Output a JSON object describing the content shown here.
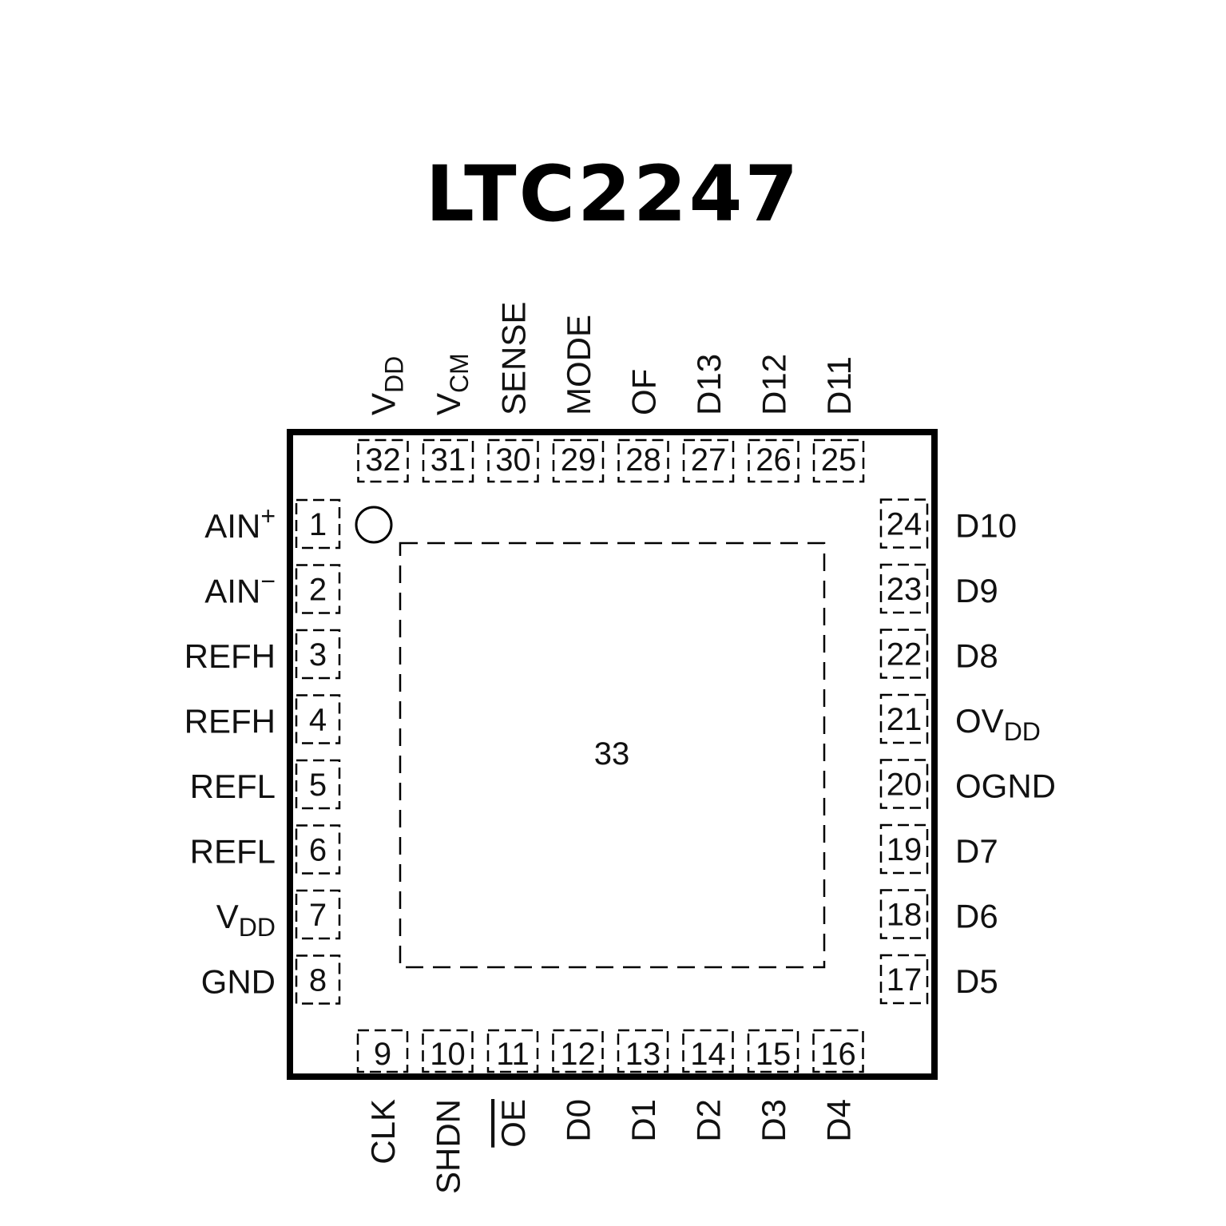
{
  "title": "LTC2247",
  "exposed_pad": "33",
  "pins": {
    "left": [
      {
        "num": "1",
        "name": "AIN",
        "sup": "+"
      },
      {
        "num": "2",
        "name": "AIN",
        "sup": "−"
      },
      {
        "num": "3",
        "name": "REFH"
      },
      {
        "num": "4",
        "name": "REFH"
      },
      {
        "num": "5",
        "name": "REFL"
      },
      {
        "num": "6",
        "name": "REFL"
      },
      {
        "num": "7",
        "name": "V",
        "sub": "DD"
      },
      {
        "num": "8",
        "name": "GND"
      }
    ],
    "bottom": [
      {
        "num": "9",
        "name": "CLK"
      },
      {
        "num": "10",
        "name": "SHDN"
      },
      {
        "num": "11",
        "name": "OE",
        "overline": true
      },
      {
        "num": "12",
        "name": "D0"
      },
      {
        "num": "13",
        "name": "D1"
      },
      {
        "num": "14",
        "name": "D2"
      },
      {
        "num": "15",
        "name": "D3"
      },
      {
        "num": "16",
        "name": "D4"
      }
    ],
    "right": [
      {
        "num": "17",
        "name": "D5"
      },
      {
        "num": "18",
        "name": "D6"
      },
      {
        "num": "19",
        "name": "D7"
      },
      {
        "num": "20",
        "name": "OGND"
      },
      {
        "num": "21",
        "name": "OV",
        "sub": "DD"
      },
      {
        "num": "22",
        "name": "D8"
      },
      {
        "num": "23",
        "name": "D9"
      },
      {
        "num": "24",
        "name": "D10"
      }
    ],
    "top": [
      {
        "num": "25",
        "name": "D11"
      },
      {
        "num": "26",
        "name": "D12"
      },
      {
        "num": "27",
        "name": "D13"
      },
      {
        "num": "28",
        "name": "OF"
      },
      {
        "num": "29",
        "name": "MODE"
      },
      {
        "num": "30",
        "name": "SENSE"
      },
      {
        "num": "31",
        "name": "V",
        "sub": "CM"
      },
      {
        "num": "32",
        "name": "V",
        "sub": "DD"
      }
    ]
  }
}
